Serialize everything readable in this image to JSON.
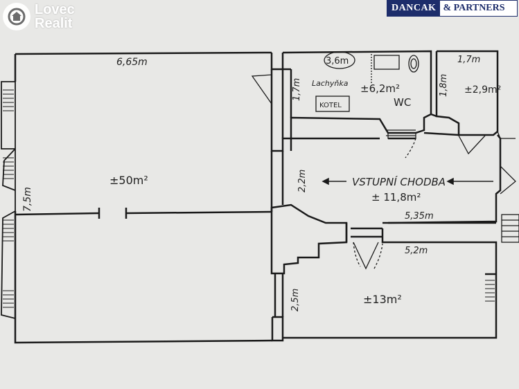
{
  "brand_left": {
    "line1": "Lovec",
    "line2": "Realit"
  },
  "brand_right": {
    "part1": "DANCAK",
    "part2": "& PARTNERS"
  },
  "labels": {
    "big_room_width": "6,65m",
    "big_room_height": "7,5m",
    "big_room_area": "±50m²",
    "kitchen_circle": "3,6m",
    "kitchen_name": "Lachyňka",
    "kitchen_area": "±6,2m²",
    "kitchen_depth": "1,7m",
    "kotel": "KOTEL",
    "wc": "WC",
    "wc_depth": "1,8m",
    "small_room_width": "1,7m",
    "small_room_area": "±2,9m²",
    "corridor_name": "VSTUPNÍ CHODBA",
    "corridor_area": "± 11,8m²",
    "corridor_height": "2,2m",
    "corridor_length": "5,35m",
    "bedroom_width": "5,2m",
    "bedroom_area": "±13m²",
    "bedroom_height": "2,5m"
  }
}
